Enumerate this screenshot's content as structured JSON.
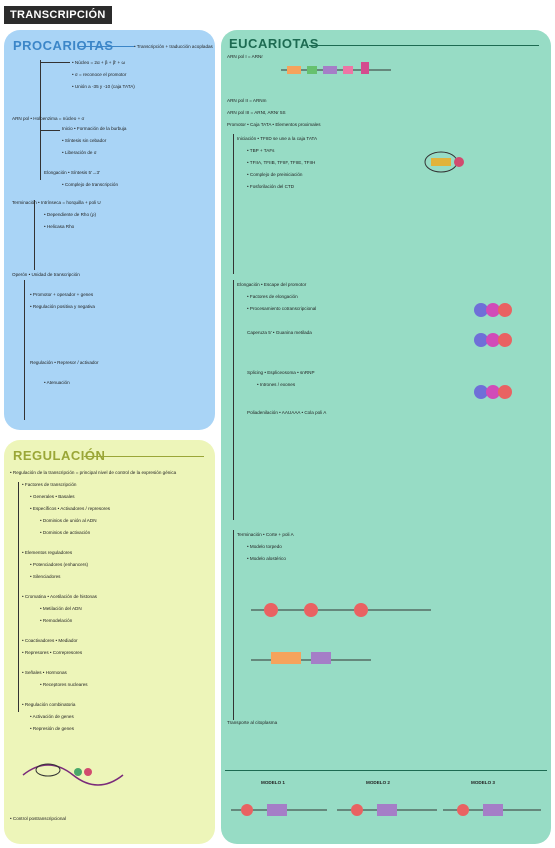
{
  "page": {
    "title": "TRANSCRIPCIÓN"
  },
  "prokaryotes": {
    "heading": "PROCARIOTAS",
    "lines": [
      "• Transcripción + traducción acopladas",
      "ARN pol • Holoenzima = núcleo + σ",
      "• Núcleo = 2α + β + β' + ω",
      "• σ = reconoce el promotor",
      "• Unión a -35 y -10 (caja TATA)",
      "Inicio • Formación de la burbuja",
      "• Síntesis sin cebador",
      "• Liberación de σ",
      "Elongación • Síntesis 5'→3'",
      "• Complejo de transcripción",
      "Terminación • Intrínseca = horquilla + poli U",
      "• Dependiente de Rho (ρ)",
      "• Helicasa Rho",
      "Operón • Unidad de transcripción",
      "• Promotor + operador + genes",
      "• Regulación positiva y negativa",
      "Regulación • Represor / activador",
      "• Atenuación"
    ]
  },
  "regulation": {
    "heading": "REGULACIÓN",
    "lines": [
      "• Regulación de la transcripción = principal nivel de control de la expresión génica",
      "• Factores de transcripción",
      "• Generales • Basales",
      "• Específicos • Activadores / represores",
      "• Dominios de unión al ADN",
      "• Dominios de activación",
      "• Elementos reguladores",
      "• Potenciadores (enhancers)",
      "• Silenciadores",
      "• Cromatina • Acetilación de histonas",
      "• Metilación del ADN",
      "• Remodelación",
      "• Coactivadores • Mediador",
      "• Represores • Correpresores",
      "• Señales • Hormonas",
      "• Receptores nucleares",
      "• Regulación combinatoria",
      "• Activación de genes",
      "• Represión de genes",
      "• Control postranscripcional"
    ]
  },
  "eukaryotes": {
    "heading": "EUCARIOTAS",
    "sections": [
      "ARN pol I = ARNr",
      "ARN pol II = ARNm",
      "ARN pol III = ARNt, ARNr 5S",
      "Promotor • Caja TATA • Elementos proximales",
      "Iniciación • TFIID se une a la caja TATA",
      "• TBP + TAFs",
      "• TFIIA, TFIIB, TFIIF, TFIIE, TFIIH",
      "• Complejo de preiniciación",
      "• Fosforilación del CTD",
      "Elongación • Escape del promotor",
      "• Factores de elongación",
      "• Procesamiento cotranscripcional",
      "Caperuza 5' • Guanina metilada",
      "Splicing • Espliceosoma • snRNP",
      "• Intrones / exones",
      "Poliadenilación • AAUAAA • Cola poli A",
      "Terminación • Corte + poli A",
      "• Modelo torpedo",
      "• Modelo alostérico",
      "Transporte al citoplasma"
    ],
    "bottom_labels": [
      "MODELO 1",
      "MODELO 2",
      "MODELO 3"
    ]
  }
}
